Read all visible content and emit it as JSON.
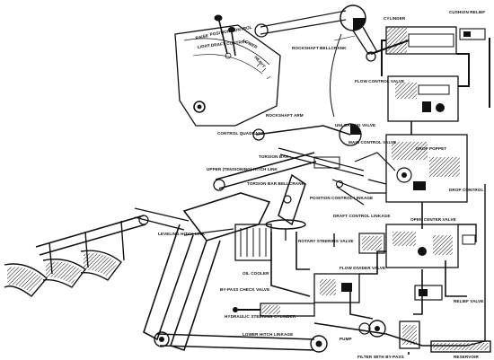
{
  "diagram": {
    "labels": {
      "cylinder": "CYLINDER",
      "cushion_relief": "CUSHION RELIEF",
      "rockshaft_bellcrank": "ROCKSHAFT BELLCRANK",
      "quadrant_raise": "RAISE",
      "quadrant_position_control": "POSITION CONTROL",
      "quadrant_lower": "LOWER",
      "quadrant_draft_control": "DRAFT CONTROL",
      "quadrant_light": "LIGHT",
      "quadrant_heavy": "HEAVY",
      "control_quadrant": "CONTROL QUADRANT",
      "flow_control_valve": "FLOW CONTROL VALVE",
      "unloading_valve": "UNLOADING VALVE",
      "rockshaft_arm": "ROCKSHAFT ARM",
      "main_control_valve": "MAIN CONTROL VALVE",
      "drop_poppet": "DROP POPPET",
      "upper_tensioning_hitch_link": "UPPER (TENSIONING) HITCH LINK",
      "torsion_bar": "TORSION BAR",
      "torsion_bar_bellcrank": "TORSION BAR BELLCRANK",
      "position_control_linkage": "POSITION CONTROL LINKAGE",
      "drop_control": "DROP CONTROL",
      "draft_control_linkage": "DRAFT CONTROL LINKAGE",
      "open_center_valve": "OPEN CENTER VALVE",
      "leveling_hitch_link": "LEVELING HITCH LINK",
      "rotary_steering_valve": "ROTARY STEERING VALVE",
      "oil_cooler": "OIL COOLER",
      "flow_divider_valve": "FLOW DIVIDER VALVE",
      "bypass_check_valve": "BY-PASS CHECK VALVE",
      "relief_valve": "RELIEF VALVE",
      "hydraulic_steering_cylinder": "HYDRAULIC STEERING CYLINDER",
      "pump": "PUMP",
      "lower_hitch_linkage": "LOWER HITCH LINKAGE",
      "filter_with_bypass": "FILTER WITH BY-PASS",
      "reservoir": "RESERVOIR"
    },
    "colors": {
      "ink": "#111111",
      "paper": "#ffffff"
    }
  }
}
